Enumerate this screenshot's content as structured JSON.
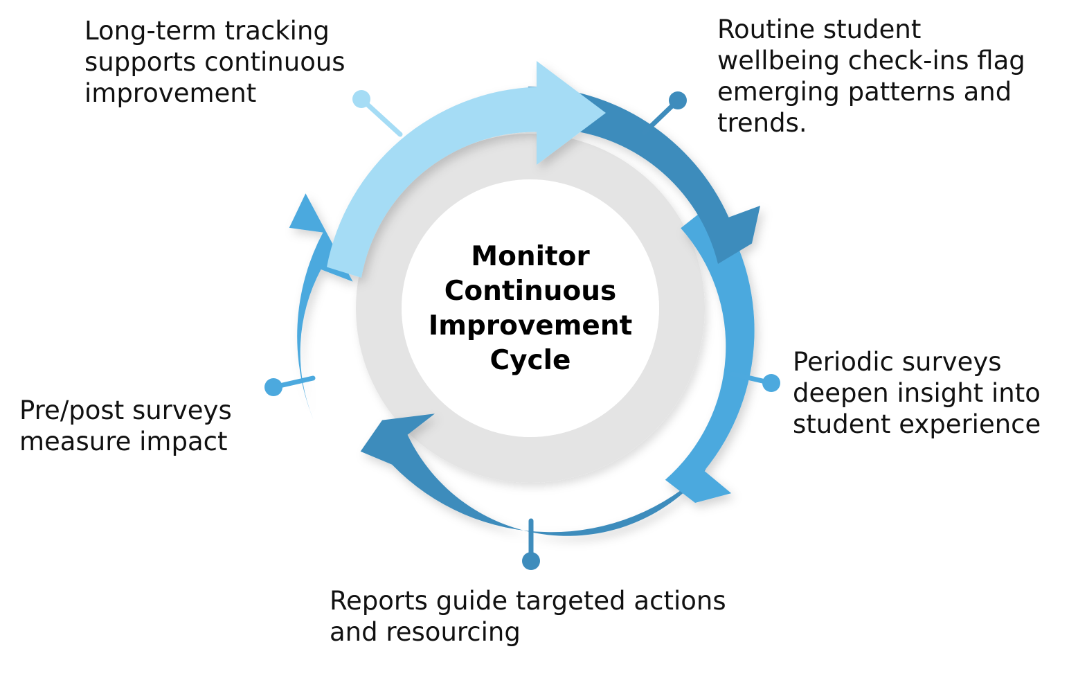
{
  "diagram": {
    "type": "cycle-diagram",
    "center_label": "Monitor Continuous Improvement Cycle",
    "center_lines": [
      "Monitor",
      "Continuous",
      "Improvement",
      "Cycle"
    ],
    "colors": {
      "arrow_light": "#A5DCF5",
      "arrow_medium": "#4CA9DE",
      "arrow_dark": "#3E8CBC",
      "inner_ring": "#E4E4E4",
      "background": "#FFFFFF",
      "text": "#111111"
    },
    "segments": [
      {
        "id": "top-left",
        "color_name": "arrow_light",
        "color": "#A5DCF5",
        "start_deg": 282,
        "end_deg": 6,
        "label_ref": "callouts.0"
      },
      {
        "id": "top-right",
        "color_name": "arrow_dark",
        "color": "#3E8CBC",
        "start_deg": 354,
        "end_deg": 78,
        "label_ref": "callouts.1"
      },
      {
        "id": "right",
        "color_name": "arrow_medium",
        "color": "#4CA9DE",
        "start_deg": 66,
        "end_deg": 150,
        "label_ref": "callouts.2"
      },
      {
        "id": "bottom",
        "color_name": "arrow_dark",
        "color": "#3E8CBC",
        "start_deg": 138,
        "end_deg": 222,
        "label_ref": "callouts.3"
      },
      {
        "id": "left",
        "color_name": "arrow_medium",
        "color": "#4CA9DE",
        "start_deg": 210,
        "end_deg": 294,
        "label_ref": "callouts.4"
      }
    ],
    "callouts": [
      {
        "id": "top-left",
        "text": "Long-term tracking supports continuous improvement",
        "dot_color": "#A5DCF5",
        "dot": [
          522,
          143
        ]
      },
      {
        "id": "top-right",
        "text": "Routine student wellbeing check-ins flag emerging patterns and trends.",
        "dot_color": "#3E8CBC",
        "dot": [
          979,
          145
        ]
      },
      {
        "id": "right",
        "text": "Periodic surveys deepen insight into student experience",
        "dot_color": "#4CA9DE",
        "dot": [
          1114,
          553
        ]
      },
      {
        "id": "left",
        "text": "Pre/post surveys measure impact",
        "dot_color": "#4CA9DE",
        "dot": [
          395,
          559
        ]
      },
      {
        "id": "bottom",
        "text": "Reports guide targeted actions and resourcing",
        "dot_color": "#3E8CBC",
        "dot": [
          767,
          810
        ]
      }
    ]
  }
}
